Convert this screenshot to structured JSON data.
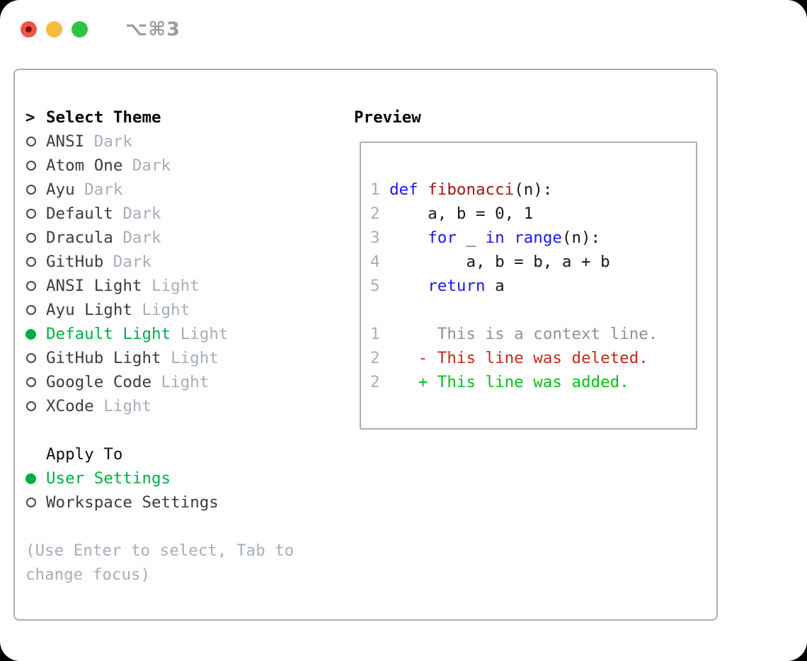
{
  "window": {
    "title": "⌥⌘3"
  },
  "theme_list": {
    "prompt": ">",
    "header": "Select Theme",
    "items": [
      {
        "label": "ANSI",
        "tag": "Dark",
        "selected": false
      },
      {
        "label": "Atom One",
        "tag": "Dark",
        "selected": false
      },
      {
        "label": "Ayu",
        "tag": "Dark",
        "selected": false
      },
      {
        "label": "Default",
        "tag": "Dark",
        "selected": false
      },
      {
        "label": "Dracula",
        "tag": "Dark",
        "selected": false
      },
      {
        "label": "GitHub",
        "tag": "Dark",
        "selected": false
      },
      {
        "label": "ANSI Light",
        "tag": "Light",
        "selected": false
      },
      {
        "label": "Ayu Light",
        "tag": "Light",
        "selected": false
      },
      {
        "label": "Default Light",
        "tag": "Light",
        "selected": true
      },
      {
        "label": "GitHub Light",
        "tag": "Light",
        "selected": false
      },
      {
        "label": "Google Code",
        "tag": "Light",
        "selected": false
      },
      {
        "label": "XCode",
        "tag": "Light",
        "selected": false
      }
    ]
  },
  "apply_to": {
    "label": "Apply To",
    "options": [
      {
        "label": "User Settings",
        "selected": true
      },
      {
        "label": "Workspace Settings",
        "selected": false
      }
    ]
  },
  "hint": {
    "line1": "(Use Enter to select, Tab to",
    "line2": "change focus)"
  },
  "preview": {
    "label": "Preview",
    "lines": [
      {
        "num": "1",
        "segments": [
          {
            "t": "def",
            "c": "kw"
          },
          {
            "t": " ",
            "c": "pl"
          },
          {
            "t": "fibonacci",
            "c": "fn"
          },
          {
            "t": "(n):",
            "c": "pl"
          }
        ]
      },
      {
        "num": "2",
        "segments": [
          {
            "t": "    a, b = 0, 1",
            "c": "pl"
          }
        ]
      },
      {
        "num": "3",
        "segments": [
          {
            "t": "    ",
            "c": "pl"
          },
          {
            "t": "for",
            "c": "kw"
          },
          {
            "t": " _ ",
            "c": "pl"
          },
          {
            "t": "in",
            "c": "kw"
          },
          {
            "t": " ",
            "c": "pl"
          },
          {
            "t": "range",
            "c": "kw"
          },
          {
            "t": "(n):",
            "c": "pl"
          }
        ]
      },
      {
        "num": "4",
        "segments": [
          {
            "t": "        a, b = b, a + b",
            "c": "pl"
          }
        ]
      },
      {
        "num": "5",
        "segments": [
          {
            "t": "    ",
            "c": "pl"
          },
          {
            "t": "return",
            "c": "kw"
          },
          {
            "t": " a",
            "c": "pl"
          }
        ]
      },
      {
        "num": "",
        "segments": []
      },
      {
        "num": "1",
        "segments": [
          {
            "t": "     This is a context line.",
            "c": "ctx"
          }
        ]
      },
      {
        "num": "2",
        "segments": [
          {
            "t": "   - This line was deleted.",
            "c": "del"
          }
        ]
      },
      {
        "num": "2",
        "segments": [
          {
            "t": "   + This line was added.",
            "c": "add"
          }
        ]
      }
    ]
  },
  "colors": {
    "accent_green": "#00ae44",
    "added_green": "#00c117",
    "keyword_blue": "#1b16f0",
    "function_red": "#a31515",
    "deleted_red": "#c5281c",
    "muted_gray": "#a6aebb",
    "context_gray": "#8d939c",
    "border_gray": "#a7afbc",
    "item_text": "#383d44",
    "traffic_red": "#ee544c",
    "traffic_red_dot": "#7d130c",
    "traffic_yellow": "#f6bc40",
    "traffic_green": "#32c33e",
    "title_gray": "#9b9ba0"
  }
}
